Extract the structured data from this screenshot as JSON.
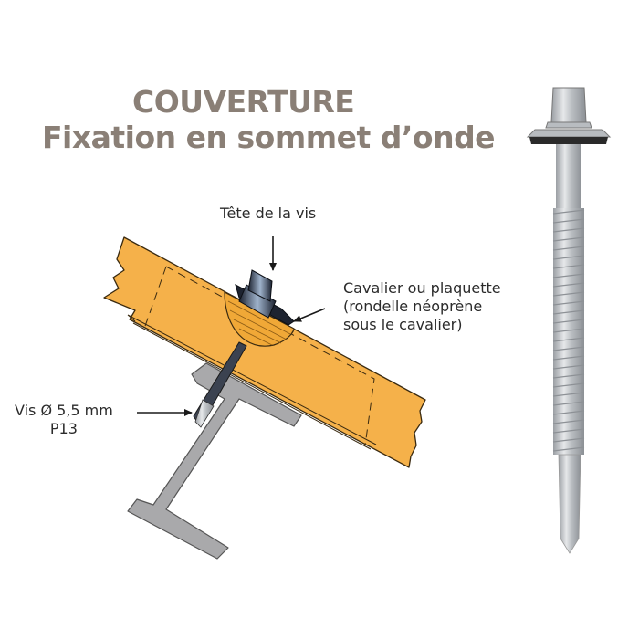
{
  "title": {
    "line1": "COUVERTURE",
    "line2": "Fixation en sommet d’onde"
  },
  "labels": {
    "screw_head": "Tête de la vis",
    "cavalier_line1": "Cavalier ou plaquette",
    "cavalier_line2": "(rondelle néoprène",
    "cavalier_line3": "sous le cavalier)",
    "screw_spec_line1": "Vis Ø 5,5 mm",
    "screw_spec_line2": "P13"
  },
  "colors": {
    "title": "#8a7f76",
    "panel": "#f5b14a",
    "panel_outline": "#3a2a10",
    "beam": "#a9a9ab",
    "text": "#2b2b2b"
  },
  "components": [
    "roof-panel",
    "cavalier",
    "screw-head",
    "neoprene-washer",
    "screw",
    "steel-beam",
    "product-screw-photo"
  ]
}
